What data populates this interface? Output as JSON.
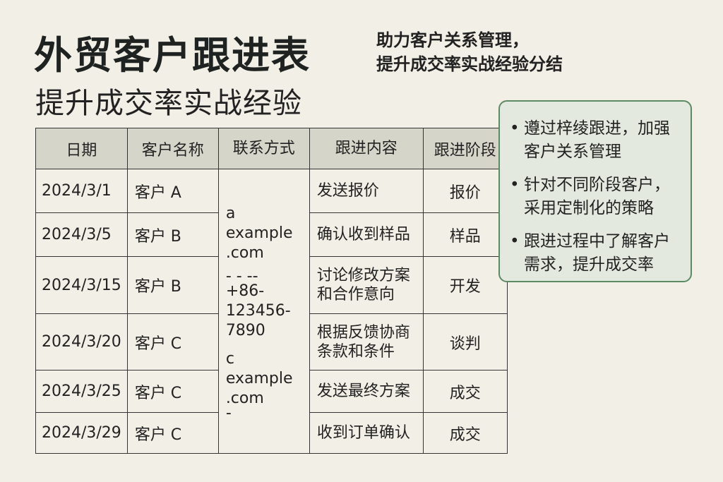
{
  "header": {
    "title": "外贸客户跟进表",
    "subtitle": "提升成交率实战经验",
    "tagline_lines": [
      "助力客户关系管理，",
      "提升成交率实战经验分结"
    ]
  },
  "table": {
    "columns": [
      "日期",
      "客户名称",
      "联系方式",
      "跟进内容",
      "跟进阶段"
    ],
    "contact_lines": [
      "a",
      "example",
      ".com",
      "- - --",
      "+86-",
      "123456-",
      "7890",
      "c",
      "example",
      ".com",
      "-"
    ],
    "rows": [
      {
        "date": "2024/3/1",
        "customer": "客户 A",
        "content": "发送报价",
        "stage": "报价"
      },
      {
        "date": "2024/3/5",
        "customer": "客户 B",
        "content": "确认收到样品",
        "stage": "样品"
      },
      {
        "date": "2024/3/15",
        "customer": "客户 B",
        "content": "讨论修改方案和合作意向",
        "stage": "开发"
      },
      {
        "date": "2024/3/20",
        "customer": "客户 C",
        "content": "根据反馈协商条款和条件",
        "stage": "谈判"
      },
      {
        "date": "2024/3/25",
        "customer": "客户 C",
        "content": "发送最终方案",
        "stage": "成交"
      },
      {
        "date": "2024/3/29",
        "customer": "客户 C",
        "content": "收到订单确认",
        "stage": "成交"
      }
    ]
  },
  "callout": {
    "items": [
      "遵过梓绫跟进，加强客户关系管理",
      "针对不同阶段客户，采用定制化的策略",
      "跟进过程中了解客户需求，提升成交率"
    ]
  },
  "colors": {
    "background": "#f2efe6",
    "header_fill": "#d6d5c9",
    "callout_fill": "#e3e9de",
    "callout_border": "#5b8a63"
  }
}
